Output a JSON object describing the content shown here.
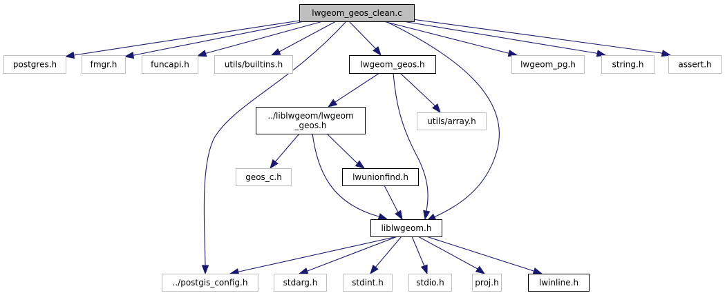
{
  "graph": {
    "title": "lwgeom_geos_clean.c",
    "colors": {
      "edge": "#191970",
      "root_fill": "#bfbfbf",
      "internal_border": "#000000",
      "external_border": "#bfbfbf"
    },
    "nodes": [
      {
        "id": "root",
        "label": "lwgeom_geos_clean.c",
        "kind": "root"
      },
      {
        "id": "postgres",
        "label": "postgres.h",
        "kind": "external"
      },
      {
        "id": "fmgr",
        "label": "fmgr.h",
        "kind": "external"
      },
      {
        "id": "funcapi",
        "label": "funcapi.h",
        "kind": "external"
      },
      {
        "id": "builtins",
        "label": "utils/builtins.h",
        "kind": "external"
      },
      {
        "id": "lwgeom_geos",
        "label": "lwgeom_geos.h",
        "kind": "internal"
      },
      {
        "id": "lwgeom_pg",
        "label": "lwgeom_pg.h",
        "kind": "external"
      },
      {
        "id": "string",
        "label": "string.h",
        "kind": "external"
      },
      {
        "id": "assert",
        "label": "assert.h",
        "kind": "external"
      },
      {
        "id": "liblwgeom_geos",
        "label": [
          "../liblwgeom/lwgeom",
          "_geos.h"
        ],
        "kind": "internal"
      },
      {
        "id": "array",
        "label": "utils/array.h",
        "kind": "external"
      },
      {
        "id": "geos_c",
        "label": "geos_c.h",
        "kind": "external"
      },
      {
        "id": "lwunionfind",
        "label": "lwunionfind.h",
        "kind": "internal"
      },
      {
        "id": "liblwgeom",
        "label": "liblwgeom.h",
        "kind": "internal"
      },
      {
        "id": "postgis_config",
        "label": "../postgis_config.h",
        "kind": "external"
      },
      {
        "id": "stdarg",
        "label": "stdarg.h",
        "kind": "external"
      },
      {
        "id": "stdint",
        "label": "stdint.h",
        "kind": "external"
      },
      {
        "id": "stdio",
        "label": "stdio.h",
        "kind": "external"
      },
      {
        "id": "proj",
        "label": "proj.h",
        "kind": "external"
      },
      {
        "id": "lwinline",
        "label": "lwinline.h",
        "kind": "internal"
      }
    ],
    "edges": [
      {
        "from": "root",
        "to": "postgres"
      },
      {
        "from": "root",
        "to": "fmgr"
      },
      {
        "from": "root",
        "to": "funcapi"
      },
      {
        "from": "root",
        "to": "builtins"
      },
      {
        "from": "root",
        "to": "postgis_config"
      },
      {
        "from": "root",
        "to": "lwgeom_geos"
      },
      {
        "from": "root",
        "to": "liblwgeom"
      },
      {
        "from": "root",
        "to": "lwgeom_pg"
      },
      {
        "from": "root",
        "to": "string"
      },
      {
        "from": "root",
        "to": "assert"
      },
      {
        "from": "lwgeom_geos",
        "to": "liblwgeom_geos"
      },
      {
        "from": "lwgeom_geos",
        "to": "liblwgeom"
      },
      {
        "from": "lwgeom_geos",
        "to": "array"
      },
      {
        "from": "liblwgeom_geos",
        "to": "geos_c"
      },
      {
        "from": "liblwgeom_geos",
        "to": "lwunionfind"
      },
      {
        "from": "liblwgeom_geos",
        "to": "liblwgeom"
      },
      {
        "from": "lwunionfind",
        "to": "liblwgeom"
      },
      {
        "from": "liblwgeom",
        "to": "postgis_config"
      },
      {
        "from": "liblwgeom",
        "to": "stdarg"
      },
      {
        "from": "liblwgeom",
        "to": "stdint"
      },
      {
        "from": "liblwgeom",
        "to": "stdio"
      },
      {
        "from": "liblwgeom",
        "to": "proj"
      },
      {
        "from": "liblwgeom",
        "to": "lwinline"
      }
    ]
  }
}
